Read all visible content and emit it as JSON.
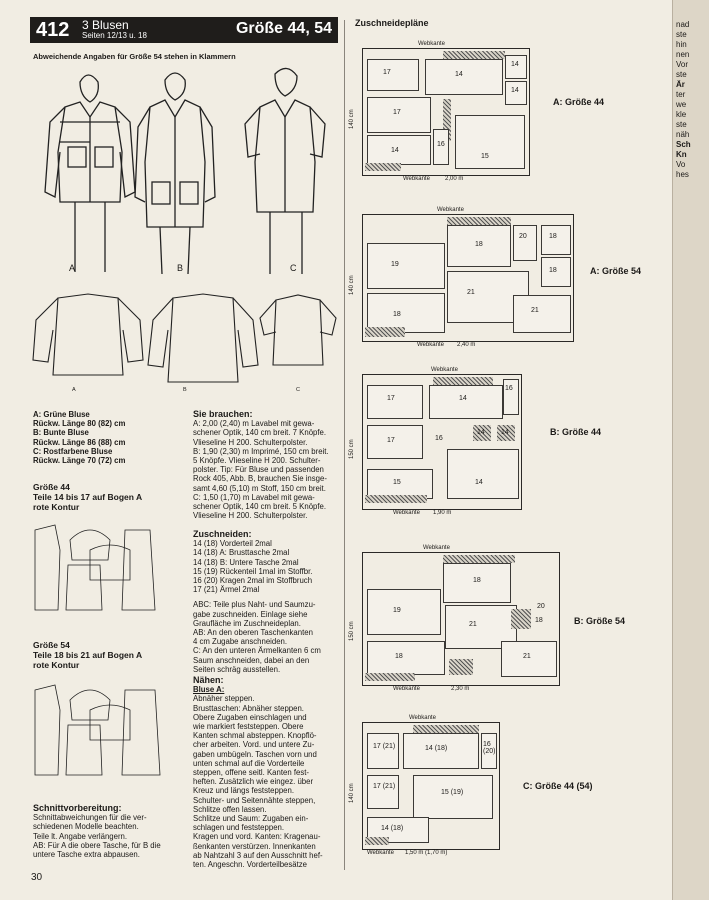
{
  "header": {
    "number": "412",
    "title": "3 Blusen",
    "pages": "Seiten 12/13 u. 18",
    "size": "Größe 44, 54"
  },
  "note": "Abweichende Angaben für Größe 54 stehen in Klammern",
  "figures": {
    "a": "A",
    "b": "B",
    "c": "C"
  },
  "models": [
    "A: Grüne Bluse",
    "Rückw. Länge 80 (82) cm",
    "B: Bunte Bluse",
    "Rückw. Länge 86 (88) cm",
    "C: Rostfarbene Bluse",
    "Rückw. Länge 70 (72) cm"
  ],
  "g44": {
    "title": "Größe 44",
    "line1": "Teile 14 bis 17 auf Bogen A",
    "line2": "rote Kontur"
  },
  "g54": {
    "title": "Größe 54",
    "line1": "Teile 18 bis 21 auf Bogen A",
    "line2": "rote Kontur"
  },
  "schnitt": {
    "title": "Schnittvorbereitung:",
    "l1": "Schnittabweichungen für die ver-",
    "l2": "schiedenen Modelle beachten.",
    "l3": "Teile lt. Angabe verlängern.",
    "l4": "AB: Für A die obere Tasche, für B die",
    "l5": "untere Tasche extra abpausen."
  },
  "brauchen": {
    "title": "Sie brauchen:",
    "lines": [
      "A: 2,00 (2,40) m Lavabel mit gewa-",
      "schener Optik, 140 cm breit. 7 Knöpfe.",
      "Vlieseline H 200. Schulterpolster.",
      "B: 1,90 (2,30) m Imprimé, 150 cm breit.",
      "5 Knöpfe. Vlieseline H 200. Schulter-",
      "polster. Tip: Für Bluse und passenden",
      "Rock 405, Abb. B, brauchen Sie insge-",
      "samt 4,60 (5,10) m Stoff, 150 cm breit.",
      "C: 1,50 (1,70) m Lavabel mit gewa-",
      "schener Optik, 140 cm breit. 5 Knöpfe.",
      "Vlieseline H 200. Schulterpolster."
    ]
  },
  "zuschneiden": {
    "title": "Zuschneiden:",
    "lines": [
      "14 (18) Vorderteil 2mal",
      "14 (18) A: Brusttasche 2mal",
      "14 (18) B: Untere Tasche 2mal",
      "15 (19) Rückenteil 1mal im Stoffbr.",
      "16 (20) Kragen 2mal im Stoffbruch",
      "17 (21) Ärmel 2mal"
    ],
    "abc": [
      "ABC: Teile plus Naht- und Saumzu-",
      "gabe zuschneiden. Einlage siehe",
      "Graufläche im Zuschneideplan.",
      "AB: An den oberen Taschenkanten",
      "4 cm Zugabe anschneiden.",
      "C: An den unteren Ärmelkanten 6 cm",
      "Saum anschneiden, dabei an den",
      "Seiten schräg ausstellen."
    ]
  },
  "naehen": {
    "title": "Nähen:",
    "sub": "Bluse A:",
    "lines": [
      "Abnäher steppen.",
      "Brusttaschen: Abnäher steppen.",
      "Obere Zugaben einschlagen und",
      "wie markiert feststeppen. Obere",
      "Kanten schmal absteppen. Knopflö-",
      "cher arbeiten. Vord. und untere Zu-",
      "gaben umbügeln. Taschen vorn und",
      "unten schmal auf die Vorderteile",
      "steppen, offene seitl. Kanten fest-",
      "heften. Zusätzlich wie eingez. über",
      "Kreuz und längs feststeppen.",
      "Schulter- und Seitennähte steppen,",
      "Schlitze offen lassen.",
      "Schlitze und Saum: Zugaben ein-",
      "schlagen und feststeppen.",
      "Kragen und vord. Kanten: Kragenau-",
      "ßenkanten verstürzen. Innenkanten",
      "ab Nahtzahl 3 auf den Ausschnitt hef-",
      "ten. Angeschn. Vorderteilbesätze"
    ]
  },
  "zuschneideplaene": "Zuschneidepläne",
  "plans": [
    {
      "label": "A: Größe 44",
      "top": "Webkante",
      "bottom": "Webkante",
      "len": "2,00 m",
      "width": "140 cm",
      "pieces": [
        "17",
        "14",
        "14",
        "14",
        "17",
        "14",
        "16",
        "15"
      ]
    },
    {
      "label": "A: Größe 54",
      "top": "Webkante",
      "bottom": "Webkante",
      "len": "2,40 m",
      "width": "140 cm",
      "pieces": [
        "18",
        "20",
        "18",
        "19",
        "21",
        "18",
        "21",
        "18"
      ]
    },
    {
      "label": "B: Größe 44",
      "top": "Webkante",
      "bottom": "Webkante",
      "len": "1,90 m",
      "width": "150 cm",
      "pieces": [
        "17",
        "14",
        "16",
        "17",
        "16",
        "14",
        "14",
        "15",
        "14"
      ]
    },
    {
      "label": "B: Größe 54",
      "top": "Webkante",
      "bottom": "Webkante",
      "len": "2,30 m",
      "width": "150 cm",
      "pieces": [
        "18",
        "19",
        "21",
        "20",
        "18",
        "18",
        "21"
      ]
    },
    {
      "label": "C: Größe 44 (54)",
      "top": "Webkante",
      "bottom": "Webkante",
      "len": "1,50 m  (1,70 m)",
      "width": "140 cm",
      "pieces": [
        "17 (21)",
        "14 (18)",
        "16 (20)",
        "17 (21)",
        "15 (19)",
        "14 (18)"
      ]
    }
  ],
  "pageno": "30",
  "nextpage": [
    "nad",
    "ste",
    "hin",
    "nen",
    "Vor",
    "ste",
    "Är",
    "ter",
    "we",
    "kle",
    "ste",
    "näh",
    "Sch",
    "Kn",
    "Vo",
    "hes"
  ]
}
